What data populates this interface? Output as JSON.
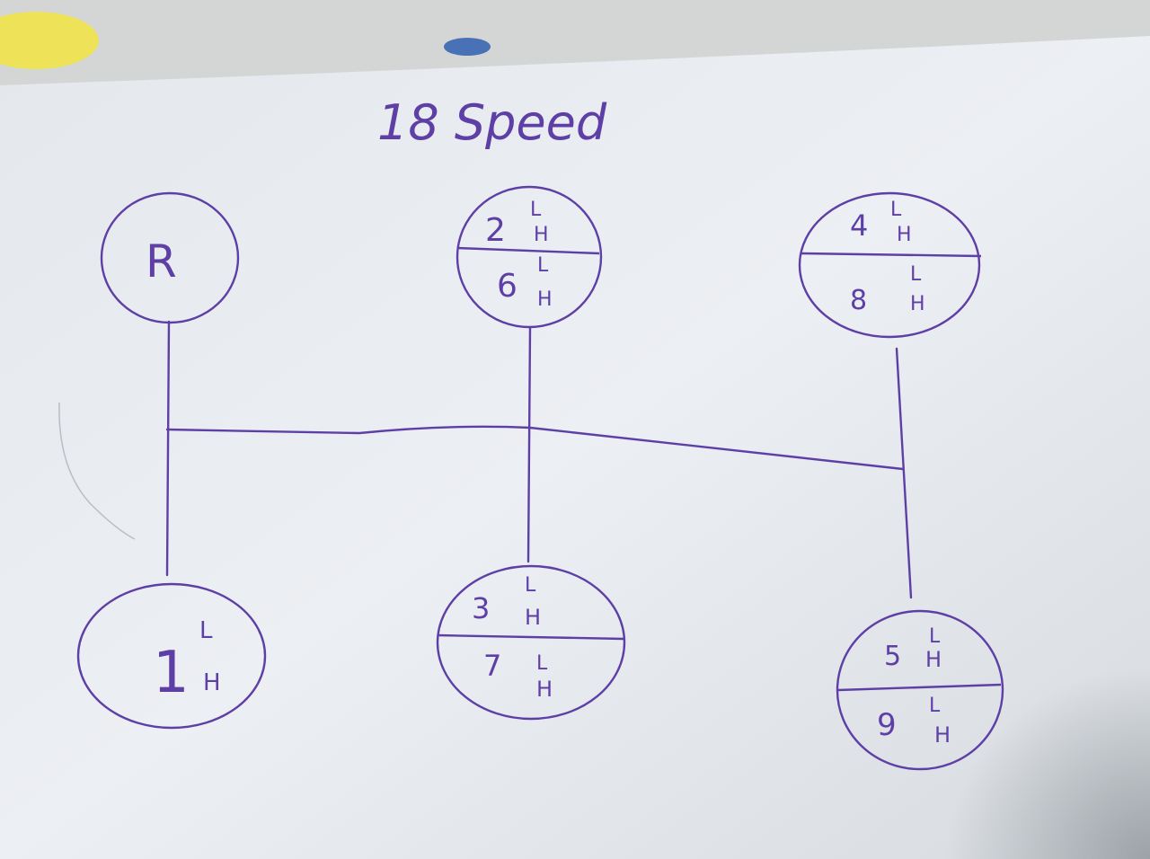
{
  "title": "18 Speed",
  "ink_color": "#5e3fa6",
  "paper_color": "#e9edf1",
  "gears": [
    {
      "id": "r",
      "main": "R",
      "upper": null,
      "lower": null
    },
    {
      "id": "1",
      "main": "1",
      "upper": null,
      "lower": null,
      "range_low": "L",
      "range_high": "H"
    },
    {
      "id": "2-6",
      "upper": "2",
      "lower": "6",
      "range_low": "L",
      "range_high": "H"
    },
    {
      "id": "3-7",
      "upper": "3",
      "lower": "7",
      "range_low": "L",
      "range_high": "H"
    },
    {
      "id": "4-8",
      "upper": "4",
      "lower": "8",
      "range_low": "L",
      "range_high": "H"
    },
    {
      "id": "5-9",
      "upper": "5",
      "lower": "9",
      "range_low": "L",
      "range_high": "H"
    }
  ]
}
